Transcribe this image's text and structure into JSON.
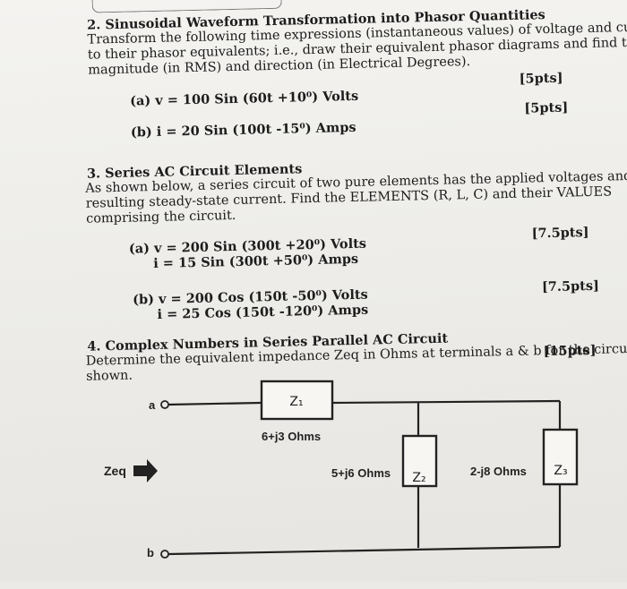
{
  "q2": {
    "title": "2. Sinusoidal Waveform Transformation into Phasor Quantities",
    "line1": "Transform the following time expressions (instantaneous values) of voltage and current",
    "line2": "to their phasor equivalents; i.e., draw their equivalent phasor diagrams and find the",
    "line3": "magnitude (in RMS) and direction (in Electrical Degrees).",
    "a": "(a) v = 100 Sin (60t +10⁰) Volts",
    "a_pts": "[5pts]",
    "b": "(b) i = 20 Sin (100t -15⁰) Amps",
    "b_pts": "[5pts]"
  },
  "q3": {
    "title": "3. Series AC Circuit Elements",
    "line1": "As shown below, a series circuit of two pure elements has the applied voltages and",
    "line2": "resulting steady-state current. Find the ELEMENTS (R, L, C) and their VALUES",
    "line3": "comprising the circuit.",
    "a1": "(a) v = 200 Sin (300t +20⁰) Volts",
    "a2": "i = 15 Sin (300t +50⁰) Amps",
    "a_pts": "[7.5pts]",
    "b1": "(b) v = 200 Cos (150t -50⁰) Volts",
    "b2": "i = 25 Cos (150t -120⁰) Amps",
    "b_pts": "[7.5pts]"
  },
  "q4": {
    "title": "4. Complex Numbers in Series Parallel AC Circuit",
    "line1": "Determine the equivalent impedance Zeq in Ohms at terminals a & b for the circuit",
    "line2": "shown.",
    "pts": "[15pts]"
  },
  "circuit": {
    "terminal_a": "a",
    "terminal_b": "b",
    "zeq": "Zeq",
    "z1": "Z₁",
    "z1_value": "6+j3 Ohms",
    "z2": "Z₂",
    "z2_value": "5+j6 Ohms",
    "z3": "Z₃",
    "z3_value": "2-j8 Ohms"
  }
}
